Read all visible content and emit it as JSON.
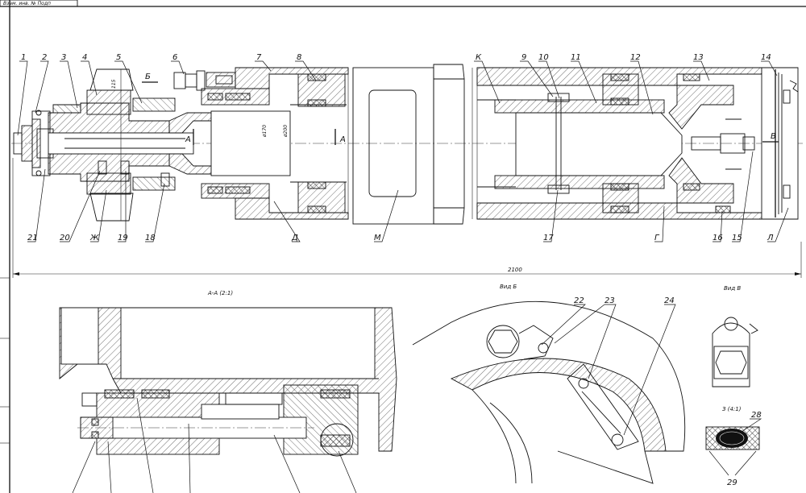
{
  "stamp": {
    "text": "Взам. инв. № Подп"
  },
  "callouts_top": [
    "1",
    "2",
    "3",
    "4",
    "5",
    "6",
    "7",
    "8",
    "К",
    "9",
    "10",
    "11",
    "12",
    "13",
    "14"
  ],
  "callouts_bottom": [
    "21",
    "20",
    "Ж",
    "19",
    "18",
    "Д",
    "М",
    "17",
    "Г",
    "16",
    "15",
    "Л"
  ],
  "section_marks": {
    "b": "Б",
    "a_left": "А",
    "a_right": "А",
    "v": "В"
  },
  "dimensions": {
    "length": "2100",
    "d1": "ø170",
    "d2": "ø200",
    "height": "115"
  },
  "views": {
    "section_aa": "А-А (2:1)",
    "view_b": "Вид Б",
    "view_v": "Вид В",
    "detail": "З (4:1)"
  },
  "view_b_callouts": [
    "22",
    "23",
    "24"
  ],
  "detail_callouts": [
    "28",
    "29"
  ]
}
